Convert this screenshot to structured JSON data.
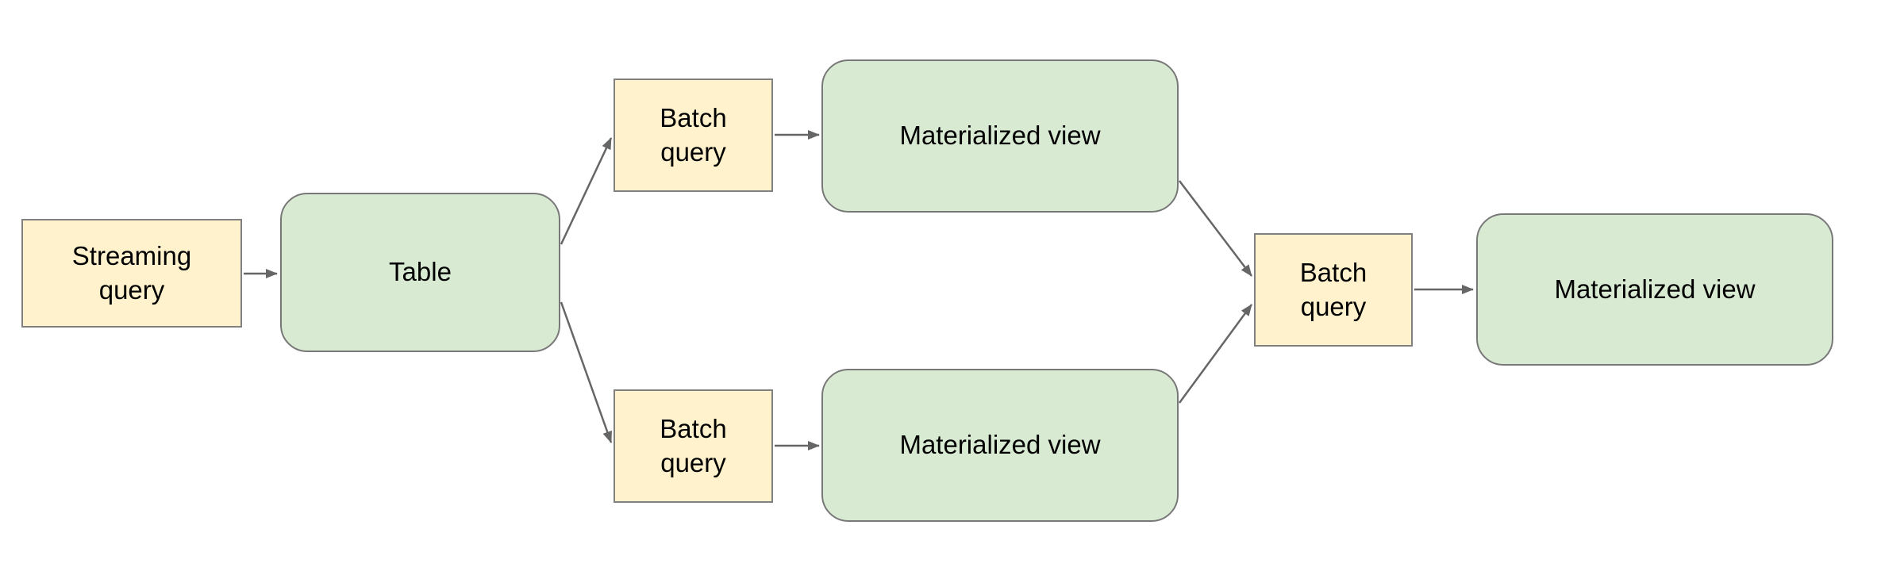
{
  "diagram": {
    "nodes": [
      {
        "id": "streaming-query",
        "label": "Streaming query",
        "kind": "query"
      },
      {
        "id": "table",
        "label": "Table",
        "kind": "dataset"
      },
      {
        "id": "batch-query-top",
        "label": "Batch query",
        "kind": "query"
      },
      {
        "id": "materialized-view-top",
        "label": "Materialized view",
        "kind": "dataset"
      },
      {
        "id": "batch-query-bottom",
        "label": "Batch query",
        "kind": "query"
      },
      {
        "id": "materialized-view-bottom",
        "label": "Materialized view",
        "kind": "dataset"
      },
      {
        "id": "batch-query-final",
        "label": "Batch query",
        "kind": "query"
      },
      {
        "id": "materialized-view-final",
        "label": "Materialized view",
        "kind": "dataset"
      }
    ],
    "edges": [
      {
        "from": "streaming-query",
        "to": "table"
      },
      {
        "from": "table",
        "to": "batch-query-top"
      },
      {
        "from": "table",
        "to": "batch-query-bottom"
      },
      {
        "from": "batch-query-top",
        "to": "materialized-view-top"
      },
      {
        "from": "batch-query-bottom",
        "to": "materialized-view-bottom"
      },
      {
        "from": "materialized-view-top",
        "to": "batch-query-final"
      },
      {
        "from": "materialized-view-bottom",
        "to": "batch-query-final"
      },
      {
        "from": "batch-query-final",
        "to": "materialized-view-final"
      }
    ],
    "colors": {
      "query_fill": "#fff2cc",
      "dataset_fill": "#d9ead3",
      "node_border": "#808080",
      "arrow": "#666666",
      "text": "#000000",
      "background": "#ffffff"
    }
  }
}
